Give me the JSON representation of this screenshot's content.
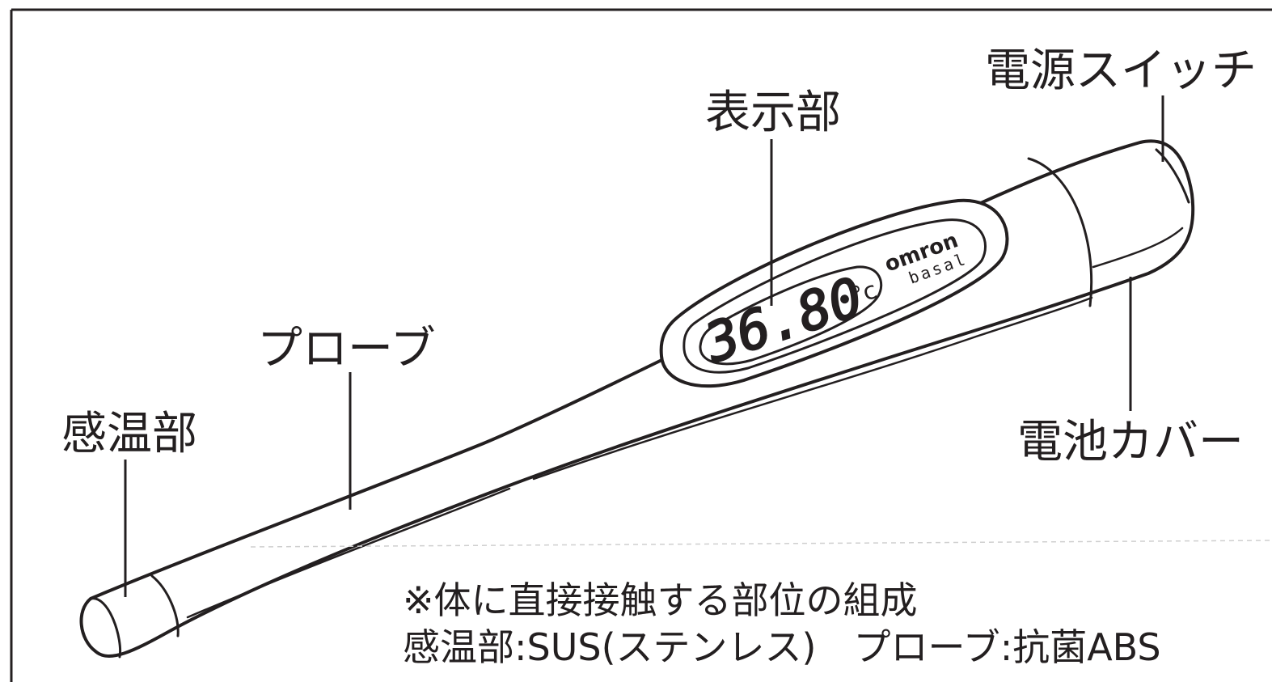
{
  "labels": {
    "sensor": "感温部",
    "probe": "プローブ",
    "display": "表示部",
    "power_switch": "電源スイッチ",
    "battery_cover": "電池カバー"
  },
  "device": {
    "reading": "36.80",
    "unit": "°c",
    "brand": "omron",
    "model": "basal"
  },
  "note": {
    "line1": "※体に直接接触する部位の組成",
    "line2": "感温部:SUS(ステンレス)　プローブ:抗菌ABS"
  },
  "colors": {
    "line": "#231f20",
    "background": "#ffffff"
  }
}
